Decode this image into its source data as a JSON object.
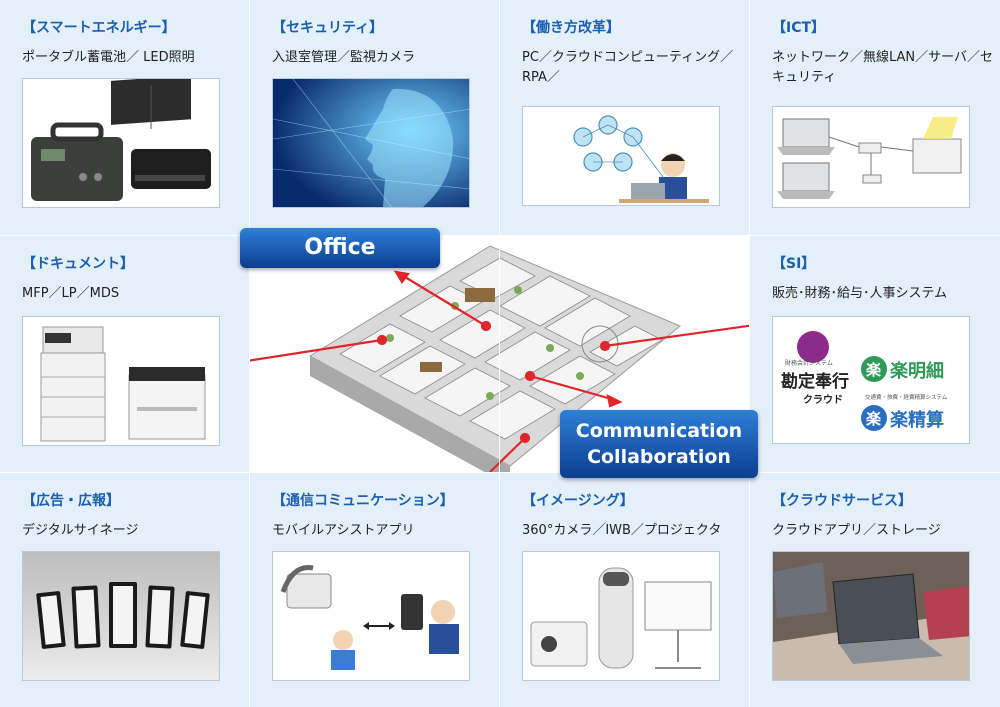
{
  "cells": {
    "smart_energy": {
      "title": "【スマートエネルギー】",
      "desc": "ポータブル蓄電池／ LED照明"
    },
    "security": {
      "title": "【セキュリティ】",
      "desc": "入退室管理／監視カメラ"
    },
    "workstyle": {
      "title": "【働き方改革】",
      "desc": "PC／クラウドコンピューティング／RPA／"
    },
    "ict": {
      "title": "【ICT】",
      "desc": "ネットワーク／無線LAN／サーバ／セキュリティ"
    },
    "document": {
      "title": "【ドキュメント】",
      "desc": "MFP／LP／MDS"
    },
    "si": {
      "title": "【SI】",
      "desc": "販売･財務･給与･人事システム"
    },
    "advertising": {
      "title": "【広告・広報】",
      "desc": "デジタルサイネージ"
    },
    "telecom": {
      "title": "【通信コミュニケーション】",
      "desc": "モバイルアシストアプリ"
    },
    "imaging": {
      "title": "【イメージング】",
      "desc": "360°カメラ／IWB／プロジェクタ"
    },
    "cloud": {
      "title": "【クラウドサービス】",
      "desc": "クラウドアプリ／ストレージ"
    }
  },
  "center": {
    "office_label": "Office",
    "comm_label_1": "Communication",
    "comm_label_2": "Collaboration"
  },
  "si_logos": {
    "kanjo_small": "財務会計システム",
    "kanjo_main": "勘定奉行",
    "kanjo_sub": "クラウド",
    "raku_meisai": "楽明細",
    "raku_seisan_small": "交通費・旅費・経費精算システム",
    "raku_seisan": "楽精算",
    "raku_mark": "楽"
  },
  "colors": {
    "title_blue": "#1a5fb0",
    "arrow_red": "#e0262b",
    "label_top": "#2f7fd8",
    "label_bottom": "#0b3e8f"
  }
}
